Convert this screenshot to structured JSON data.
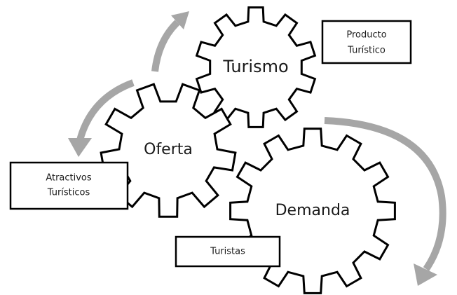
{
  "colors": {
    "arrow": "#a6a6a6",
    "outline": "#000000",
    "fill": "#ffffff"
  },
  "gears": {
    "turismo": {
      "label": "Turismo"
    },
    "oferta": {
      "label": "Oferta"
    },
    "demanda": {
      "label": "Demanda"
    }
  },
  "boxes": {
    "producto_turistico": {
      "line1": "Producto",
      "line2": "Turístico"
    },
    "atractivos_turisticos": {
      "line1": "Atractivos",
      "line2": "Turísticos"
    },
    "turistas": {
      "line1": "Turistas"
    }
  },
  "arrows": [
    {
      "from": "oferta",
      "to": "turismo"
    },
    {
      "from": "oferta",
      "to": "atractivos_turisticos"
    },
    {
      "from": "turismo",
      "to": "demanda"
    }
  ]
}
